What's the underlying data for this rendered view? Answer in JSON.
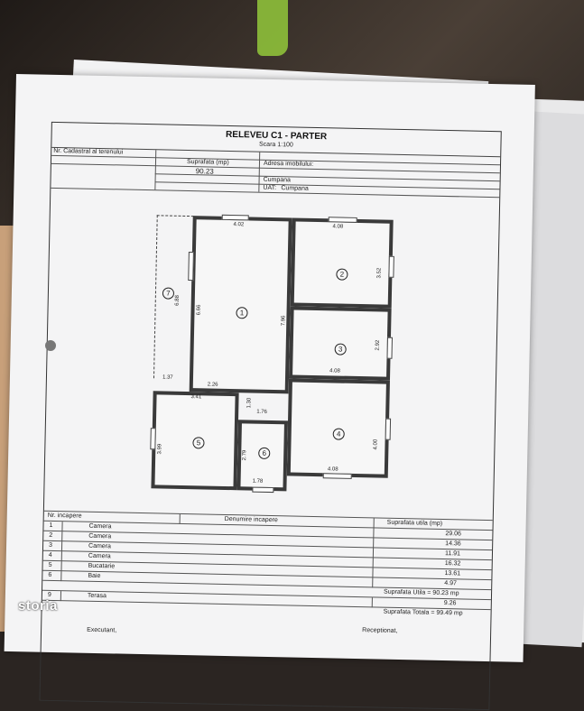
{
  "document": {
    "title": "RELEVEU C1 - PARTER",
    "scale": "Scara 1:100",
    "header": {
      "cadastral_label": "Nr. Cadastral al terenului",
      "surface_label": "Suprafata (mp)",
      "surface_value": "90.23",
      "address_label": "Adresa imobilului:",
      "address_value": "Cumpana",
      "uat_label": "UAT:",
      "uat_value": "Cumpana"
    }
  },
  "plan": {
    "rooms": [
      {
        "num": "1"
      },
      {
        "num": "2"
      },
      {
        "num": "3"
      },
      {
        "num": "4"
      },
      {
        "num": "5"
      },
      {
        "num": "6"
      },
      {
        "num": "7"
      }
    ],
    "dims": {
      "d_4_02": "4.02",
      "d_4_08_a": "4.08",
      "d_4_08_b": "4.08",
      "d_4_08_c": "4.08",
      "d_3_52": "3.52",
      "d_6_88": "6.88",
      "d_6_66": "6.66",
      "d_7_96": "7.96",
      "d_2_92": "2.92",
      "d_1_37": "1.37",
      "d_2_26": "2.26",
      "d_3_41": "3.41",
      "d_1_30": "1.30",
      "d_1_76": "1.76",
      "d_3_99": "3.99",
      "d_2_79": "2.79",
      "d_4_00": "4.00",
      "d_1_78": "1.78"
    }
  },
  "table": {
    "headers": {
      "nr": "Nr. incapere",
      "name": "Denumire incapere",
      "area": "Suprafata utila (mp)"
    },
    "rows": [
      {
        "nr": "1",
        "name": "Camera",
        "area": "29.06"
      },
      {
        "nr": "2",
        "name": "Camera",
        "area": "14.36"
      },
      {
        "nr": "3",
        "name": "Camera",
        "area": "11.91"
      },
      {
        "nr": "4",
        "name": "Camera",
        "area": "16.32"
      },
      {
        "nr": "5",
        "name": "Bucatarie",
        "area": "13.61"
      },
      {
        "nr": "6",
        "name": "Baie",
        "area": "4.97"
      }
    ],
    "useful_total": "Suprafata Utila = 90.23 mp",
    "terrace": {
      "nr": "9",
      "name": "Terasa",
      "area": "9.26"
    },
    "grand_total": "Suprafata Totala = 99.49 mp",
    "executant": "Executant,",
    "receptionat": "Receptionat,"
  },
  "watermark": {
    "brand": "storia"
  }
}
